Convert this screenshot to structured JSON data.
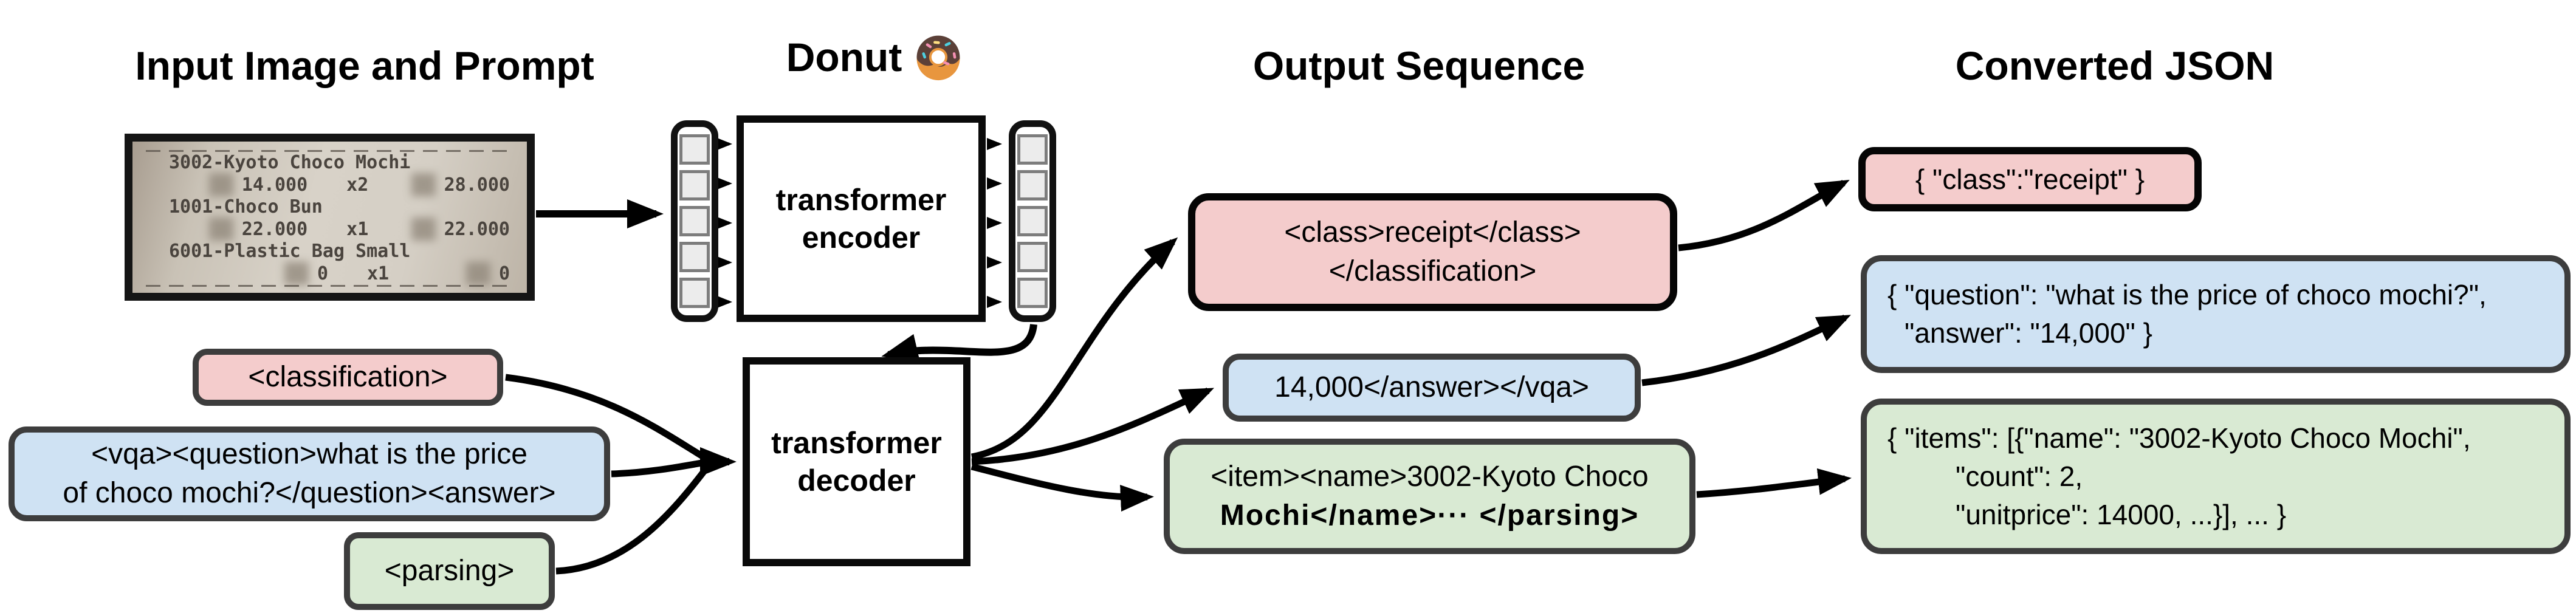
{
  "headings": {
    "input": "Input Image and Prompt",
    "model": "Donut",
    "output": "Output Sequence",
    "json": "Converted JSON"
  },
  "receipt": {
    "items": [
      {
        "name": "3002-Kyoto Choco Mochi",
        "price": "14.000",
        "qty": "x2",
        "total": "28.000"
      },
      {
        "name": "1001-Choco Bun",
        "price": "22.000",
        "qty": "x1",
        "total": "22.000"
      },
      {
        "name": "6001-Plastic Bag Small",
        "price": "0",
        "qty": "x1",
        "total": "0"
      }
    ]
  },
  "encoder": {
    "line1": "transformer",
    "line2": "encoder"
  },
  "decoder": {
    "line1": "transformer",
    "line2": "decoder"
  },
  "prompts": {
    "classification": {
      "text": "<classification>"
    },
    "vqa": {
      "line1": "<vqa><question>what is the price",
      "line2": "of choco mochi?</question><answer>"
    },
    "parsing": {
      "text": "<parsing>"
    }
  },
  "outputs": {
    "classification": {
      "line1": "<class>receipt</class>",
      "line2": "</classification>"
    },
    "vqa": {
      "text": "14,000</answer></vqa>"
    },
    "parsing": {
      "line1": "<item><name>3002-Kyoto Choco",
      "line2": "Mochi</name>··· </parsing>"
    }
  },
  "json_outputs": {
    "classification": {
      "text": "{ \"class\":\"receipt\" }"
    },
    "vqa": {
      "line1": "{ \"question\": \"what is the price of choco mochi?\",",
      "line2": "\"answer\": \"14,000\" }"
    },
    "parsing": {
      "line1": "{ \"items\": [{\"name\": \"3002-Kyoto Choco Mochi\",",
      "line2": "\"count\": 2,",
      "line3": "\"unitprice\": 14000, ...}], ... }"
    }
  },
  "colors": {
    "task_classification": "#f4cccc",
    "task_vqa": "#cfe2f3",
    "task_parsing": "#d9ead3",
    "box_border_gray": "#3d3d3d",
    "box_border_black": "#050505"
  }
}
